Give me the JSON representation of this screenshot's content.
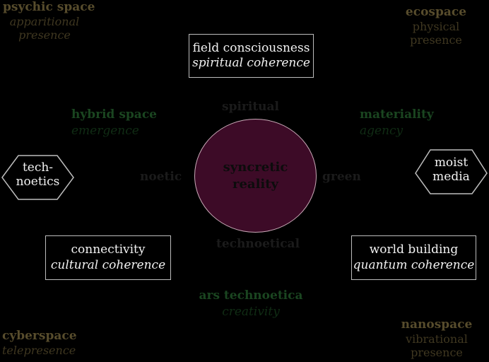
{
  "corners": {
    "top_left": {
      "title": "psychic space",
      "sub1": "apparitional",
      "sub2": "presence"
    },
    "top_right": {
      "title": "ecospace",
      "sub1": "physical",
      "sub2": "presence"
    },
    "bottom_left": {
      "title": "cyberspace",
      "sub1": "telepresence"
    },
    "bottom_right": {
      "title": "nanospace",
      "sub1": "vibrational",
      "sub2": "presence"
    }
  },
  "boxes": {
    "top": {
      "title": "field consciousness",
      "sub": "spiritual coherence"
    },
    "left": {
      "title": "connectivity",
      "sub": "cultural coherence"
    },
    "right": {
      "title": "world building",
      "sub": "quantum coherence"
    }
  },
  "green_labels": {
    "hybrid": {
      "title": "hybrid space",
      "sub": "emergence"
    },
    "materiality": {
      "title": "materiality",
      "sub": "agency"
    },
    "ars": {
      "title": "ars technoetica",
      "sub": "creativity"
    }
  },
  "hexagons": {
    "left": {
      "line1": "tech-",
      "line2": "noetics"
    },
    "right": {
      "line1": "moist",
      "line2": "media"
    }
  },
  "center": {
    "line1": "syncretic",
    "line2": "reality"
  },
  "faint_labels": {
    "top": "spiritual",
    "left": "noetic",
    "right": "green",
    "bottom": "technoetical"
  },
  "colors": {
    "circle_fill": "#3d0b27",
    "circle_stroke": "#c9a9b7",
    "olive_text": "#574c2c",
    "green_text": "#1a4520",
    "box_border": "#bdbdbd"
  }
}
